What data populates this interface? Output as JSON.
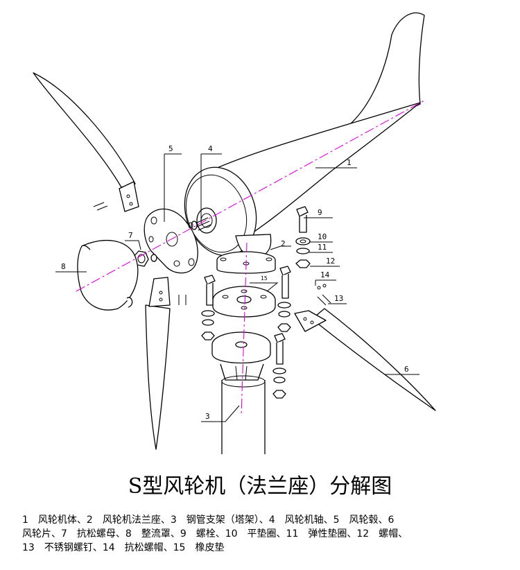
{
  "callouts": [
    {
      "n": "1"
    },
    {
      "n": "2"
    },
    {
      "n": "3"
    },
    {
      "n": "4"
    },
    {
      "n": "5"
    },
    {
      "n": "6"
    },
    {
      "n": "7"
    },
    {
      "n": "8"
    },
    {
      "n": "9"
    },
    {
      "n": "10"
    },
    {
      "n": "11"
    },
    {
      "n": "12"
    },
    {
      "n": "13"
    },
    {
      "n": "14"
    },
    {
      "n": "15"
    }
  ],
  "title": "S型风轮机（法兰座）分解图",
  "legend_lines": [
    "1　风轮机体、2　风轮机法兰座、3　钢管支架（塔架）、4　风轮机轴、5　风轮毂、6",
    "风轮片、7　抗松螺母、8　整流罩、9　螺栓、10　平垫圈、11　弹性垫圈、12　螺帽、",
    "13　不锈钢螺钉、14　抗松螺帽、15　橡皮垫"
  ]
}
